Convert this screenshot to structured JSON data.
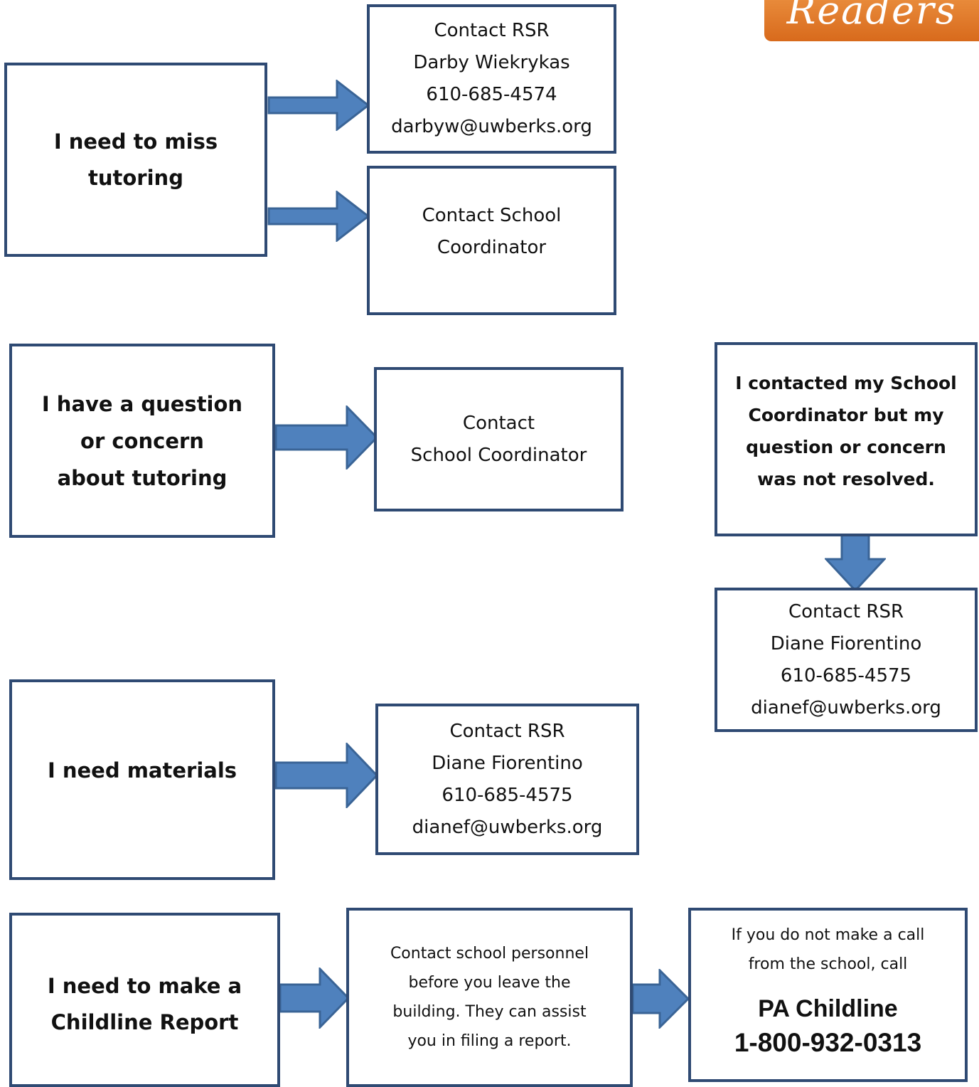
{
  "logo": {
    "text": "Readers"
  },
  "row1": {
    "prompt": [
      "I need to miss",
      "tutoring"
    ],
    "rsr": [
      "Contact RSR",
      "Darby Wiekrykas",
      "610-685-4574",
      "darbyw@uwberks.org"
    ],
    "coordinator": [
      "Contact School",
      "Coordinator"
    ]
  },
  "row2": {
    "prompt": [
      "I have a question",
      "or concern",
      "about tutoring"
    ],
    "coordinator": [
      "Contact",
      "School Coordinator"
    ],
    "unresolved": [
      "I contacted my School",
      "Coordinator but my",
      "question or concern",
      "was not resolved."
    ],
    "rsr": [
      "Contact RSR",
      "Diane Fiorentino",
      "610-685-4575",
      "dianef@uwberks.org"
    ]
  },
  "row3": {
    "prompt": [
      "I need materials"
    ],
    "rsr": [
      "Contact RSR",
      "Diane Fiorentino",
      "610-685-4575",
      "dianef@uwberks.org"
    ]
  },
  "row4": {
    "prompt": [
      "I need to make a",
      "Childline Report"
    ],
    "personnel": [
      "Contact school personnel",
      "before you leave the",
      "building.  They can assist",
      "you in filing a report."
    ],
    "fallback": [
      "If you do not make a call",
      "from the school, call"
    ],
    "hotline_name": "PA Childline",
    "hotline_number": "1-800-932-0313"
  },
  "colors": {
    "border": "#2f4a73",
    "arrow_fill": "#4f81bd",
    "arrow_stroke": "#3a6496",
    "logo": "#e07b2c"
  }
}
